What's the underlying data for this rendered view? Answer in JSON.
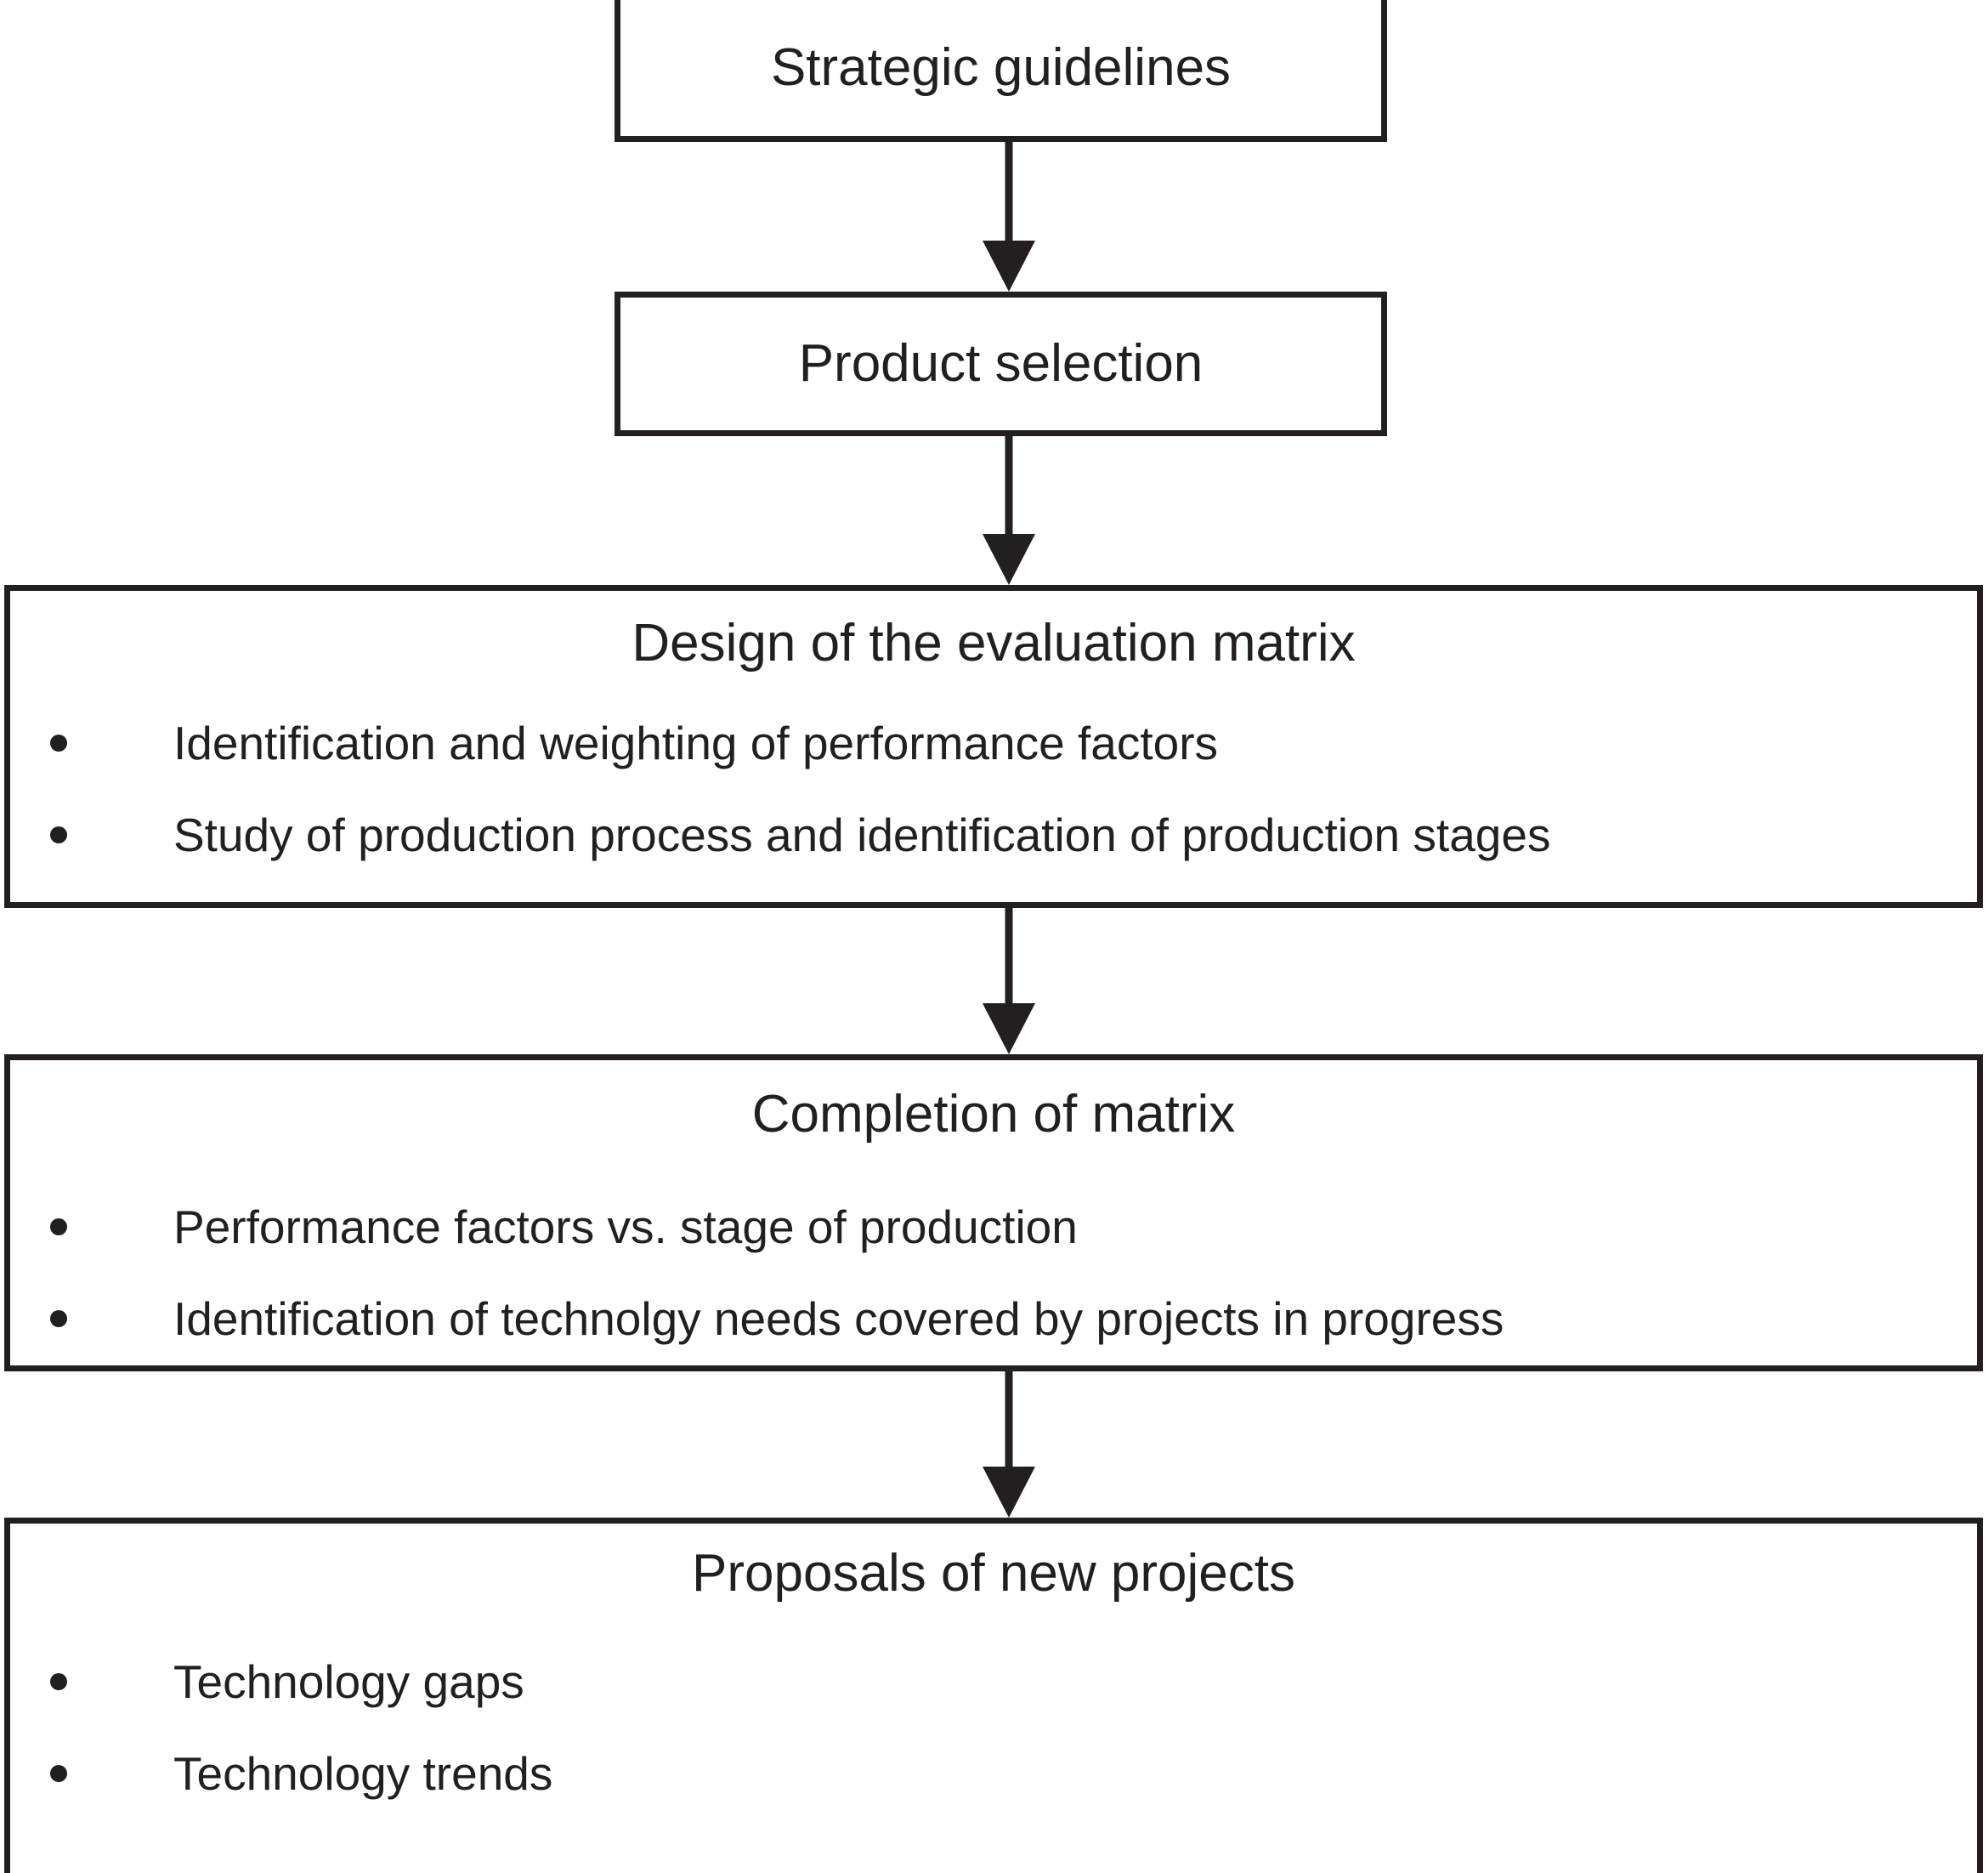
{
  "diagram": {
    "type": "flowchart",
    "orientation": "top-to-bottom",
    "accent_color": "#231f20",
    "background_color": "#ffffff",
    "nodes": [
      {
        "id": "strategic-guidelines",
        "title": "Strategic guidelines",
        "bullets": []
      },
      {
        "id": "product-selection",
        "title": "Product selection",
        "bullets": []
      },
      {
        "id": "design-matrix",
        "title": "Design of the evaluation matrix",
        "bullets": [
          "Identification and weighting of performance factors",
          "Study of production process and identification of production stages"
        ]
      },
      {
        "id": "completion-matrix",
        "title": "Completion of matrix",
        "bullets": [
          "Performance factors vs. stage of production",
          "Identification of technolgy needs covered by projects in progress"
        ]
      },
      {
        "id": "proposals",
        "title": "Proposals of new projects",
        "bullets": [
          "Technology gaps",
          "Technology trends"
        ]
      }
    ],
    "connectors": [
      {
        "id": "connector-1",
        "from": "strategic-guidelines",
        "to": "product-selection",
        "glyph": "arrow-down-icon"
      },
      {
        "id": "connector-2",
        "from": "product-selection",
        "to": "design-matrix",
        "glyph": "arrow-down-icon"
      },
      {
        "id": "connector-3",
        "from": "design-matrix",
        "to": "completion-matrix",
        "glyph": "arrow-down-icon"
      },
      {
        "id": "connector-4",
        "from": "completion-matrix",
        "to": "proposals",
        "glyph": "arrow-down-icon"
      }
    ]
  }
}
